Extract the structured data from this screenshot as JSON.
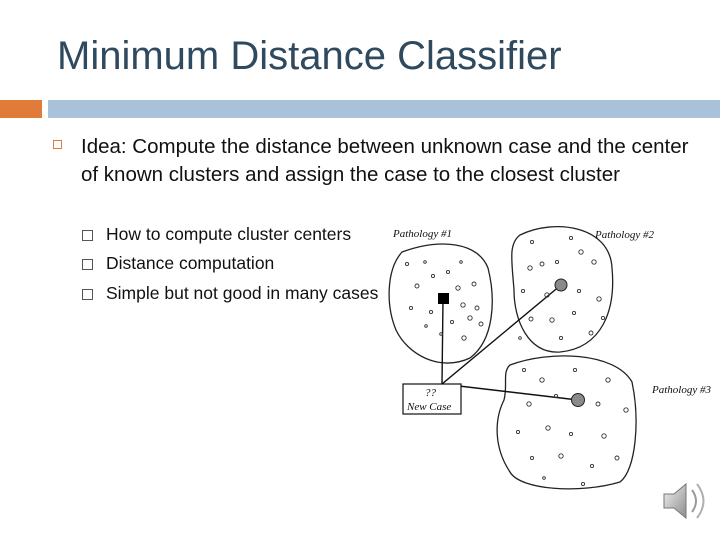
{
  "slide": {
    "title": "Minimum Distance Classifier",
    "main_bullet": "Idea: Compute the distance between unknown case and the center of known clusters and assign the case to the closest cluster",
    "sub_bullets": [
      "How to compute cluster centers",
      "Distance computation",
      "Simple but not good in many cases"
    ]
  },
  "diagram": {
    "labels": {
      "cluster1": "Pathology #1",
      "cluster2": "Pathology #2",
      "cluster3": "Pathology #3",
      "unknown_mark": "??",
      "new_case": "New Case"
    }
  },
  "colors": {
    "title": "#2f4a5e",
    "accent_orange": "#e07b39",
    "accent_blue": "#a9c1d9"
  },
  "icons": {
    "bullet": "hollow-square",
    "audio": "speaker-icon"
  }
}
